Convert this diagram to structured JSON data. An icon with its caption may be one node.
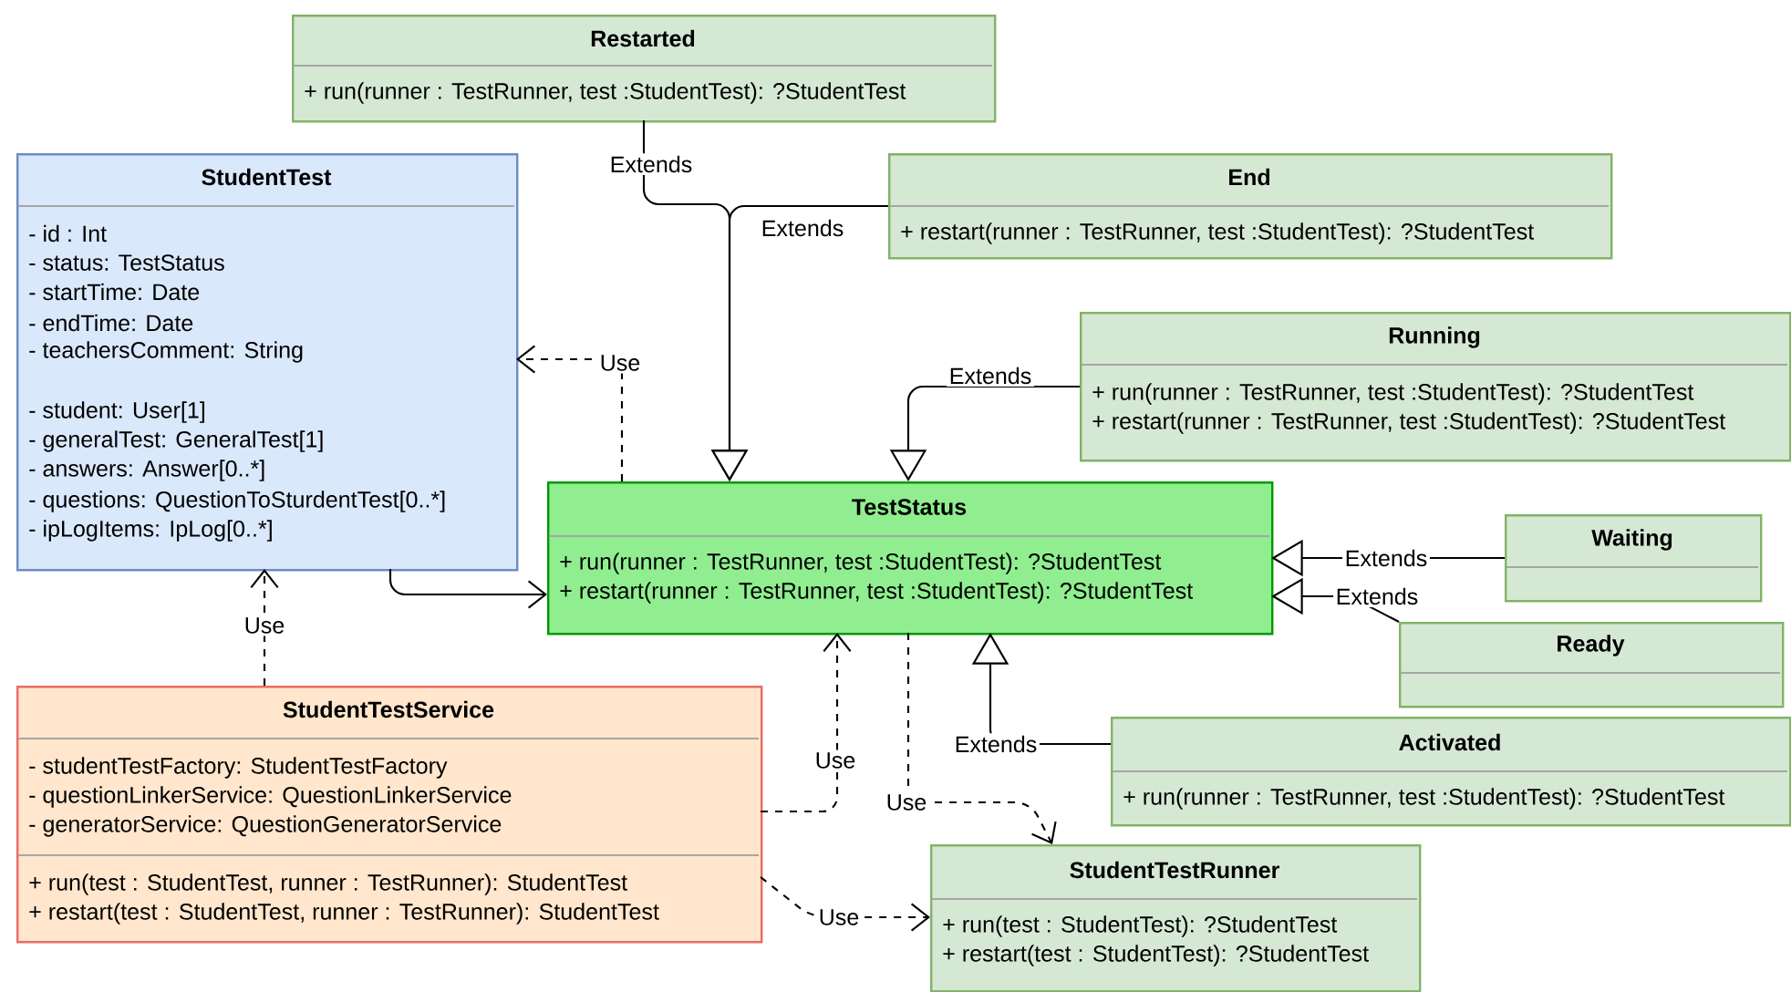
{
  "diagram": {
    "nodes": [
      {
        "text": [
          "Restarted",
          "+ run(runner : TestRunner, test :StudentTest): ?StudentTest"
        ]
      },
      {
        "text": [
          "StudentTest",
          "- id : Int",
          "- status: TestStatus",
          "- startTime: Date",
          "- endTime: Date",
          "- teachersComment: String",
          "- student: User[1]",
          "- generalTest: GeneralTest[1]",
          "- answers: Answer[0..*]",
          "- questions: QuestionToSturdentTest[0..*]",
          "- ipLogItems: IpLog[0..*]"
        ]
      },
      {
        "text": [
          "End",
          "+ restart(runner : TestRunner, test :StudentTest): ?StudentTest"
        ]
      },
      {
        "text": [
          "Running",
          "+ run(runner : TestRunner, test :StudentTest): ?StudentTest",
          "+ restart(runner : TestRunner, test :StudentTest): ?StudentTest"
        ]
      },
      {
        "text": [
          "TestStatus",
          "+ run(runner : TestRunner, test :StudentTest): ?StudentTest",
          "+ restart(runner : TestRunner, test :StudentTest): ?StudentTest"
        ]
      },
      {
        "text": [
          "Waiting"
        ]
      },
      {
        "text": [
          "Ready"
        ]
      },
      {
        "text": [
          "StudentTestService",
          "- studentTestFactory: StudentTestFactory",
          "- questionLinkerService: QuestionLinkerService",
          "- generatorService: QuestionGeneratorService",
          "+ run(test : StudentTest, runner : TestRunner): StudentTest",
          "+ restart(test : StudentTest, runner : TestRunner): StudentTest"
        ]
      },
      {
        "text": [
          "Activated",
          "+ run(runner : TestRunner, test :StudentTest): ?StudentTest"
        ]
      },
      {
        "text": [
          "StudentTestRunner",
          "+ run(test : StudentTest): ?StudentTest",
          "+ restart(test : StudentTest): ?StudentTest"
        ]
      }
    ],
    "edges": [
      {
        "from": 0,
        "to": 4,
        "arrow": "to",
        "label": "Extends"
      },
      {
        "from": 2,
        "to": 4,
        "arrow": "to",
        "label": "Extends"
      },
      {
        "from": 3,
        "to": 4,
        "arrow": "to",
        "label": "Extends"
      },
      {
        "from": 5,
        "to": 4,
        "arrow": "to",
        "label": "Extends"
      },
      {
        "from": 6,
        "to": 4,
        "arrow": "to",
        "label": "Extends"
      },
      {
        "from": 8,
        "to": 4,
        "arrow": "to",
        "label": "Extends"
      },
      {
        "from": 4,
        "to": 1,
        "arrow": "to",
        "label": "Use",
        "style": "dashed"
      },
      {
        "from": 1,
        "to": 4,
        "arrow": "to"
      },
      {
        "from": 7,
        "to": 1,
        "arrow": "to",
        "label": "Use",
        "style": "dashed"
      },
      {
        "from": 7,
        "to": 4,
        "arrow": "to",
        "label": "Use",
        "style": "dashed"
      },
      {
        "from": 7,
        "to": 9,
        "arrow": "to",
        "label": "Use",
        "style": "dashed"
      },
      {
        "from": 4,
        "to": 9,
        "arrow": "to",
        "label": "Use",
        "style": "dashed"
      }
    ]
  }
}
